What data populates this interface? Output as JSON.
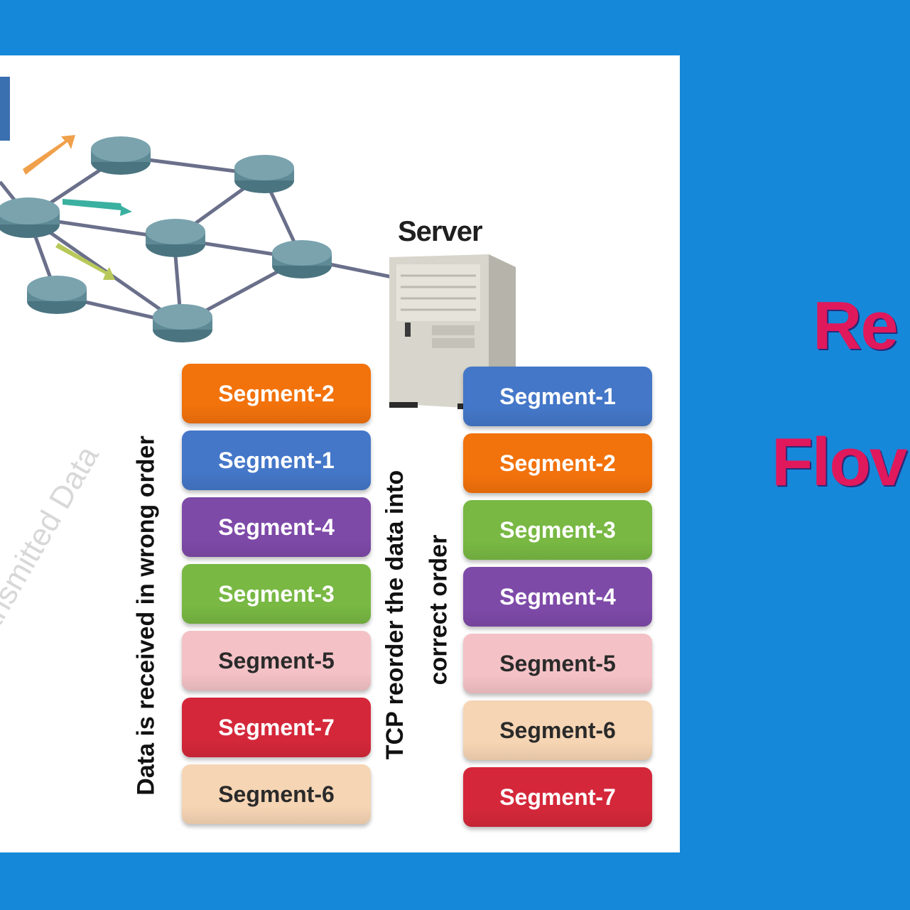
{
  "diagram": {
    "server_label": "Server",
    "received_label": "Data is received in wrong order",
    "reorder_label_line1": "TCP reorder the data into",
    "reorder_label_line2": "correct order",
    "watermark": "Transmitted Data",
    "received_segments": [
      {
        "label": "Segment-2",
        "color": "#f2720c",
        "tone": "dark"
      },
      {
        "label": "Segment-1",
        "color": "#4477c8",
        "tone": "dark"
      },
      {
        "label": "Segment-4",
        "color": "#7e4aa8",
        "tone": "dark"
      },
      {
        "label": "Segment-3",
        "color": "#78b843",
        "tone": "dark"
      },
      {
        "label": "Segment-5",
        "color": "#f4c2c6",
        "tone": "light"
      },
      {
        "label": "Segment-7",
        "color": "#d4283a",
        "tone": "dark"
      },
      {
        "label": "Segment-6",
        "color": "#f6d5b4",
        "tone": "light"
      }
    ],
    "ordered_segments": [
      {
        "label": "Segment-1",
        "color": "#4477c8",
        "tone": "dark"
      },
      {
        "label": "Segment-2",
        "color": "#f2720c",
        "tone": "dark"
      },
      {
        "label": "Segment-3",
        "color": "#78b843",
        "tone": "dark"
      },
      {
        "label": "Segment-4",
        "color": "#7e4aa8",
        "tone": "dark"
      },
      {
        "label": "Segment-5",
        "color": "#f4c2c6",
        "tone": "light"
      },
      {
        "label": "Segment-6",
        "color": "#f6d5b4",
        "tone": "light"
      },
      {
        "label": "Segment-7",
        "color": "#d4283a",
        "tone": "dark"
      }
    ]
  },
  "right_text": {
    "line1": "Re",
    "line2": "Flov"
  },
  "colors": {
    "background": "#1688d9",
    "router": "#5e8a96",
    "link": "#6a6f8a",
    "title_text": "#e0185c"
  }
}
